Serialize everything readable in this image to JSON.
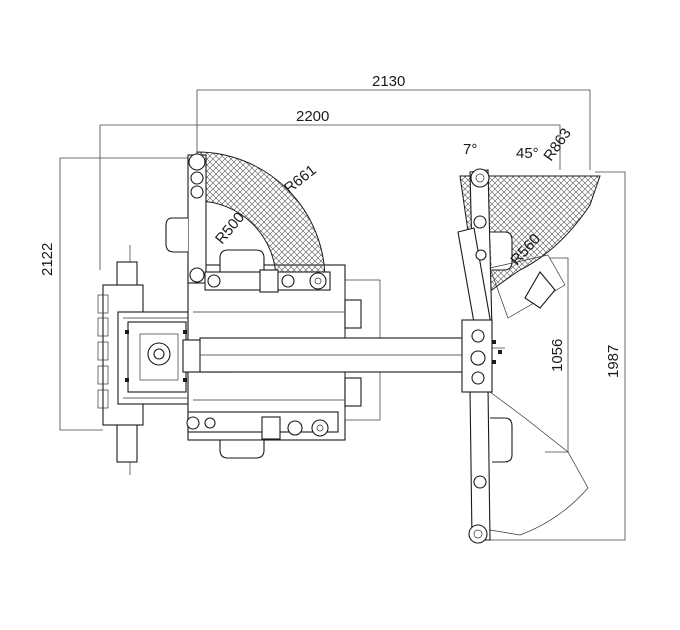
{
  "dimensions": {
    "d2130": "2130",
    "d2200": "2200",
    "d2122": "2122",
    "d1056": "1056",
    "d1987": "1987"
  },
  "radii": {
    "r661": "R661",
    "r500": "R500",
    "r863": "R863",
    "r560": "R560"
  },
  "angles": {
    "a7": "7°",
    "a45": "45°"
  }
}
